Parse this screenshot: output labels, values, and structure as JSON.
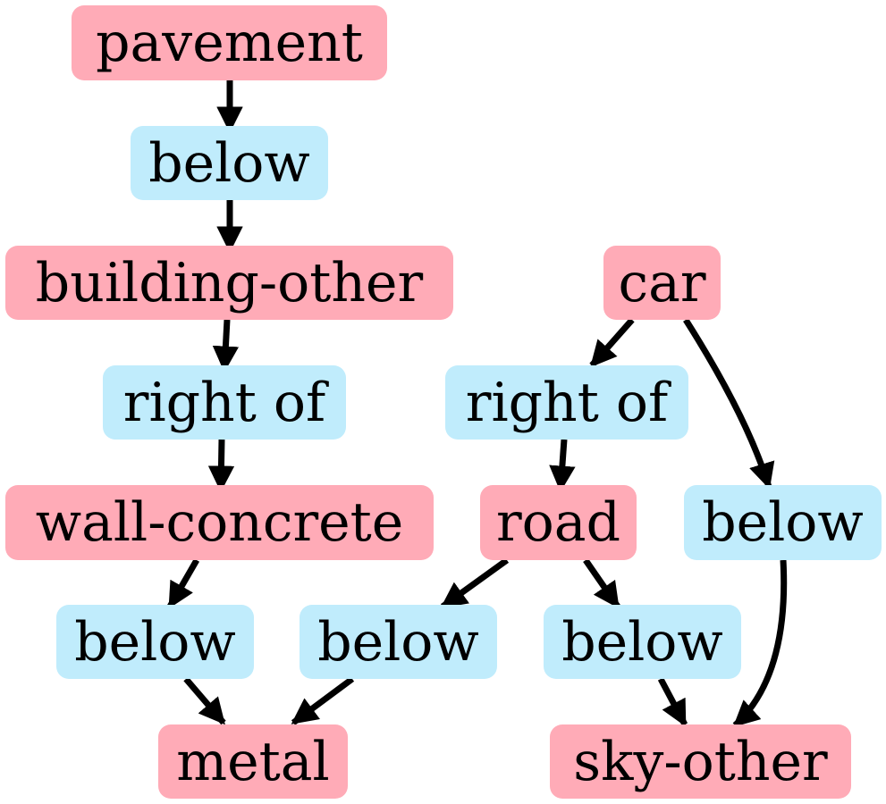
{
  "colors": {
    "entity_fill": "#ffabb7",
    "relation_fill": "#c0ecfc",
    "edge": "#000000",
    "text": "#000000"
  },
  "nodes": {
    "pavement": "pavement",
    "below_1": "below",
    "building_other": "building-other",
    "right_of_1": "right of",
    "wall_concrete": "wall-concrete",
    "below_2": "below",
    "metal": "metal",
    "car": "car",
    "right_of_2": "right of",
    "road": "road",
    "below_3": "below",
    "below_4": "below",
    "below_5": "below",
    "sky_other": "sky-other"
  },
  "edges": [
    [
      "pavement",
      "below_1"
    ],
    [
      "below_1",
      "building_other"
    ],
    [
      "building_other",
      "right_of_1"
    ],
    [
      "right_of_1",
      "wall_concrete"
    ],
    [
      "wall_concrete",
      "below_2"
    ],
    [
      "below_2",
      "metal"
    ],
    [
      "car",
      "right_of_2"
    ],
    [
      "car",
      "below_3"
    ],
    [
      "right_of_2",
      "road"
    ],
    [
      "road",
      "below_4"
    ],
    [
      "road",
      "below_5"
    ],
    [
      "below_4",
      "metal"
    ],
    [
      "below_5",
      "sky_other"
    ],
    [
      "below_3",
      "sky_other"
    ]
  ]
}
